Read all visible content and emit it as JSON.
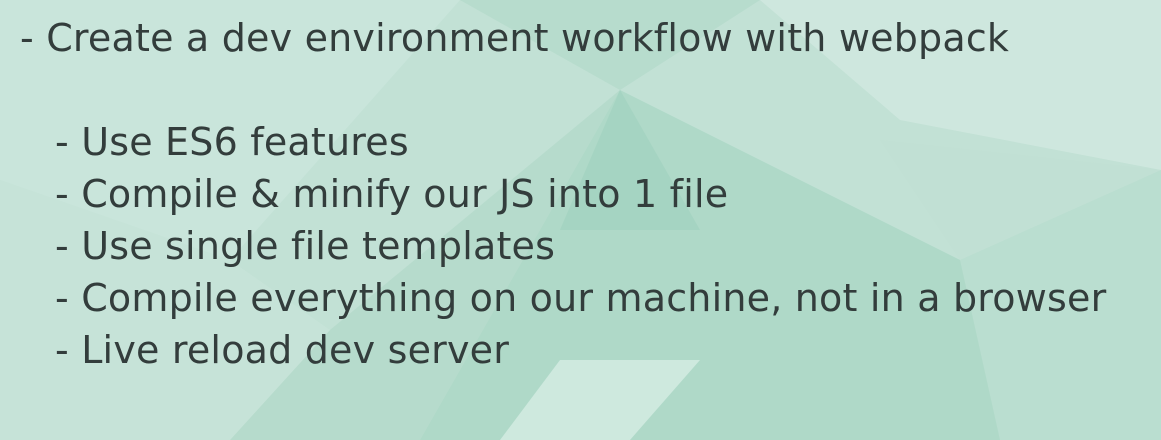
{
  "slide": {
    "heading": "- Create a dev environment workflow with webpack",
    "bullets": [
      "- Use ES6 features",
      "- Compile & minify our JS into 1 file",
      "- Use single file templates",
      "- Compile everything on our machine, not in a browser",
      "- Live reload dev server"
    ]
  },
  "colors": {
    "background": "#bfe0d4",
    "text": "#333d3c"
  }
}
